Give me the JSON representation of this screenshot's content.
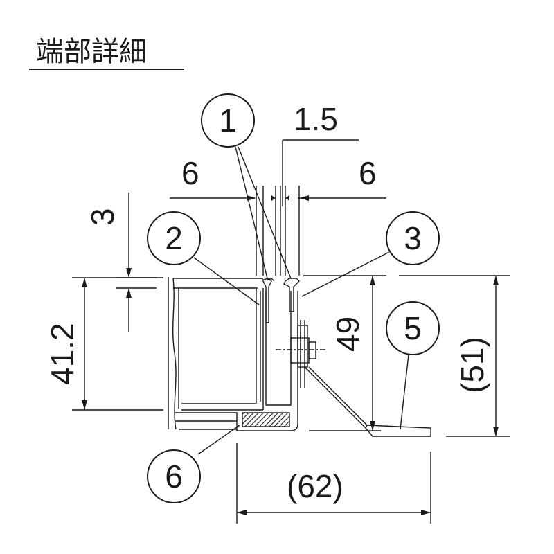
{
  "title": "端部詳細",
  "dimensions": {
    "gap": "1.5",
    "left_width": "6",
    "right_width": "6",
    "top_offset": "3",
    "left_height": "41.2",
    "inner_height": "49",
    "overall_height": "(51)",
    "overall_width": "(62)"
  },
  "callouts": [
    "1",
    "2",
    "3",
    "5",
    "6"
  ]
}
